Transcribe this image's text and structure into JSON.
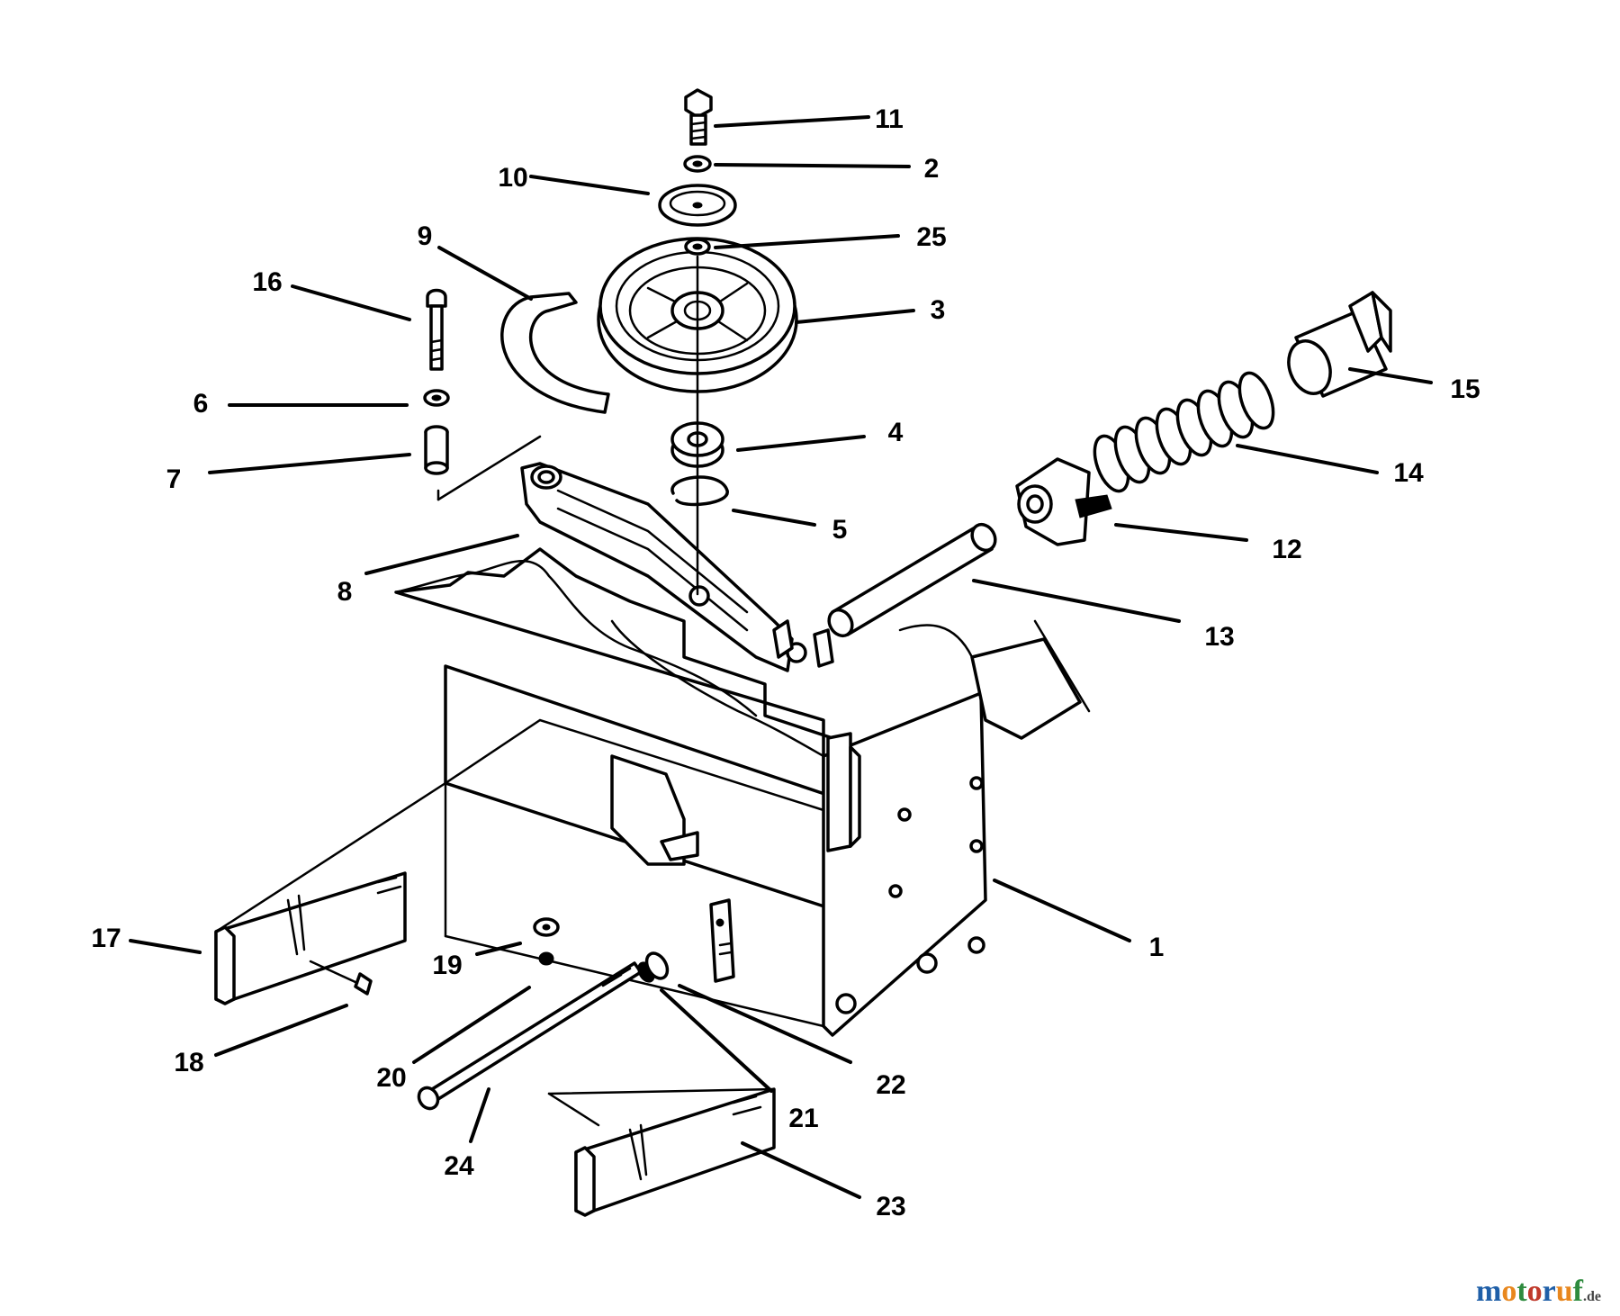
{
  "callouts": [
    {
      "label": "11"
    },
    {
      "label": "2"
    },
    {
      "label": "10"
    },
    {
      "label": "25"
    },
    {
      "label": "9"
    },
    {
      "label": "16"
    },
    {
      "label": "3"
    },
    {
      "label": "15"
    },
    {
      "label": "6"
    },
    {
      "label": "4"
    },
    {
      "label": "14"
    },
    {
      "label": "7"
    },
    {
      "label": "5"
    },
    {
      "label": "12"
    },
    {
      "label": "8"
    },
    {
      "label": "13"
    },
    {
      "label": "17"
    },
    {
      "label": "1"
    },
    {
      "label": "19"
    },
    {
      "label": "18"
    },
    {
      "label": "22"
    },
    {
      "label": "20"
    },
    {
      "label": "21"
    },
    {
      "label": "24"
    },
    {
      "label": "23"
    }
  ],
  "watermark": {
    "text": "motoruf",
    "suffix": ".de",
    "colors": [
      "#1f5fa8",
      "#e8871e",
      "#2e8b3e",
      "#c0392b"
    ]
  }
}
